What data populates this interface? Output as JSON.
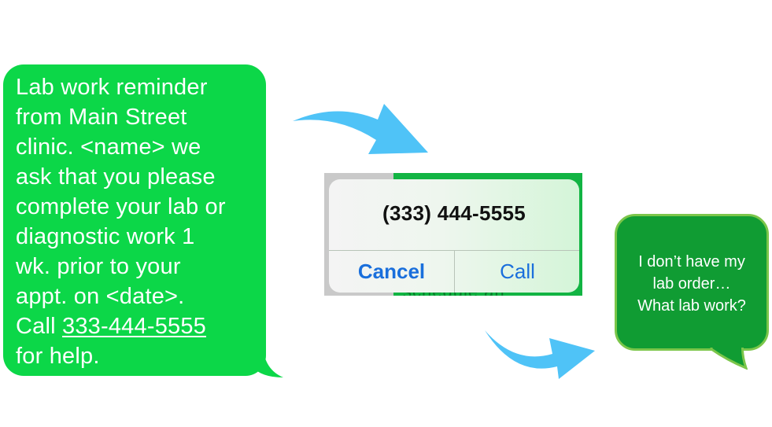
{
  "sms_message": {
    "text_before_link": "Lab work reminder\nfrom Main Street\nclinic. <name> we\nask that you please\ncomplete your lab or\ndiagnostic work 1\nwk. prior to your\nappt. on <date>.\nCall ",
    "phone_link": "333-444-5555",
    "text_after_link": "\nfor help.",
    "bubble_color": "#0cd748"
  },
  "call_dialog": {
    "phone_number": "(333) 444-5555",
    "cancel_label": "Cancel",
    "call_label": "Call",
    "background_text": "schedule an",
    "button_color": "#1a6fdc"
  },
  "reply_message": {
    "text": "I don’t have my\nlab order…\nWhat lab work?",
    "bubble_color": "#109c33",
    "border_color": "#7bc64a"
  },
  "arrows": {
    "icon": "curved-arrow-icon",
    "color": "#4fc3f7"
  }
}
